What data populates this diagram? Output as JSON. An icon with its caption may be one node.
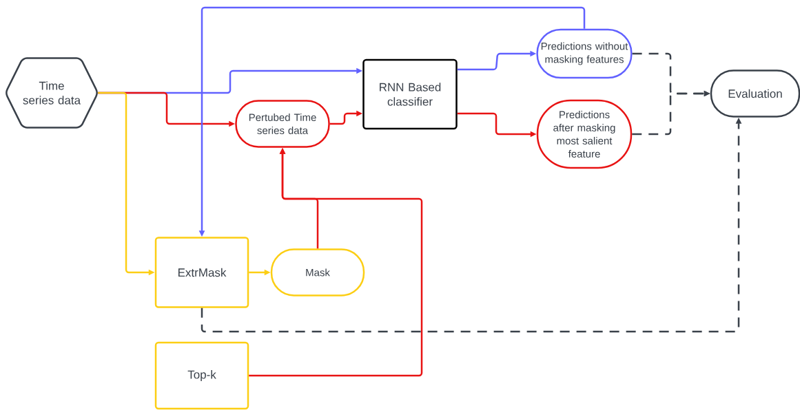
{
  "diagram": {
    "nodes": [
      {
        "text": [
          "Time series data"
        ]
      },
      {
        "text": [
          "Pertubed Time series data"
        ]
      },
      {
        "text": [
          "RNN Based classifier"
        ]
      },
      {
        "text": [
          "Predictions without masking features"
        ]
      },
      {
        "text": [
          "Predictions after masking most salient feature"
        ]
      },
      {
        "text": [
          "Evaluation"
        ]
      },
      {
        "text": [
          "ExtrMask"
        ]
      },
      {
        "text": [
          "Mask"
        ]
      },
      {
        "text": [
          "Top-k"
        ]
      }
    ],
    "edges": [
      {
        "from": 0,
        "to": 2,
        "arrow": "to",
        "color": "#6161ff"
      },
      {
        "from": 0,
        "to": 1,
        "arrow": "to",
        "color": "#e81313"
      },
      {
        "from": 0,
        "to": 6,
        "arrow": "to",
        "color": "#fcce14"
      },
      {
        "from": 1,
        "to": 2,
        "arrow": "to",
        "color": "#e81313"
      },
      {
        "from": 2,
        "to": 3,
        "arrow": "to",
        "color": "#6161ff"
      },
      {
        "from": 2,
        "to": 4,
        "arrow": "to",
        "color": "#e81313"
      },
      {
        "from": 3,
        "to": 6,
        "arrow": "to",
        "color": "#6161ff"
      },
      {
        "from": 7,
        "to": 1,
        "arrow": "to",
        "color": "#e81313"
      },
      {
        "from": 8,
        "to": 1,
        "arrow": "to",
        "color": "#e81313"
      },
      {
        "from": 3,
        "to": 5,
        "arrow": "to",
        "style": "dashed",
        "color": "#3a414a"
      },
      {
        "from": 4,
        "to": 5,
        "arrow": "to",
        "style": "dashed",
        "color": "#3a414a"
      },
      {
        "from": 6,
        "to": 7,
        "arrow": "to",
        "color": "#fcce14"
      },
      {
        "from": 6,
        "to": 5,
        "arrow": "to",
        "style": "dashed",
        "color": "#3a414a"
      }
    ]
  }
}
